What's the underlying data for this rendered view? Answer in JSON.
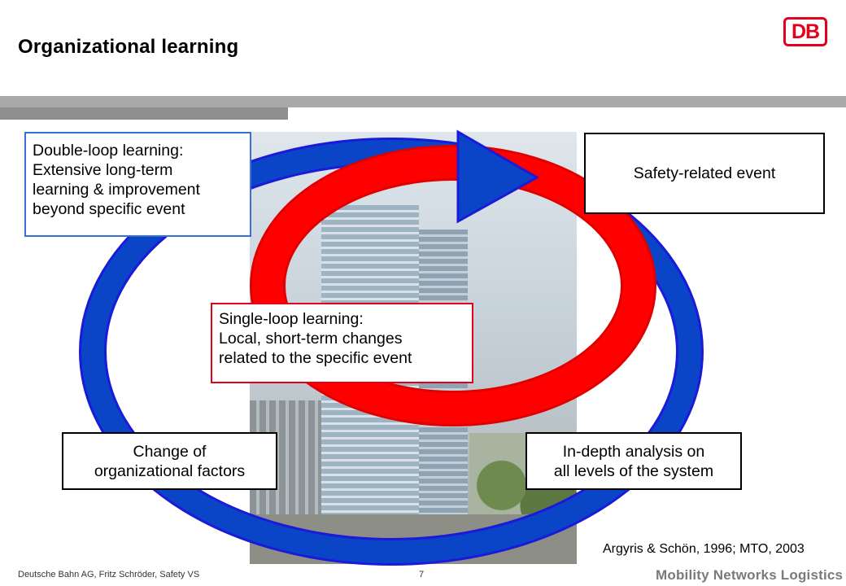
{
  "header": {
    "title": "Organizational learning",
    "logo_text": "DB"
  },
  "diagram": {
    "double_loop": [
      "Double-loop learning:",
      "Extensive long-term",
      "learning & improvement",
      "beyond specific event"
    ],
    "single_loop": [
      "Single-loop learning:",
      "Local, short-term changes",
      "related to the specific event"
    ],
    "event": "Safety-related event",
    "change": [
      "Change of",
      "organizational factors"
    ],
    "analysis": [
      "In-depth analysis on",
      "all levels of the system"
    ],
    "colors": {
      "outer_loop": "#0a45c8",
      "inner_loop": "#ff0000",
      "db_red": "#e2001a"
    }
  },
  "citation": "Argyris & Schön, 1996; MTO, 2003",
  "footer": {
    "left": "Deutsche Bahn AG, Fritz Schröder, Safety VS",
    "page": "7",
    "tagline": "Mobility Networks Logistics"
  }
}
